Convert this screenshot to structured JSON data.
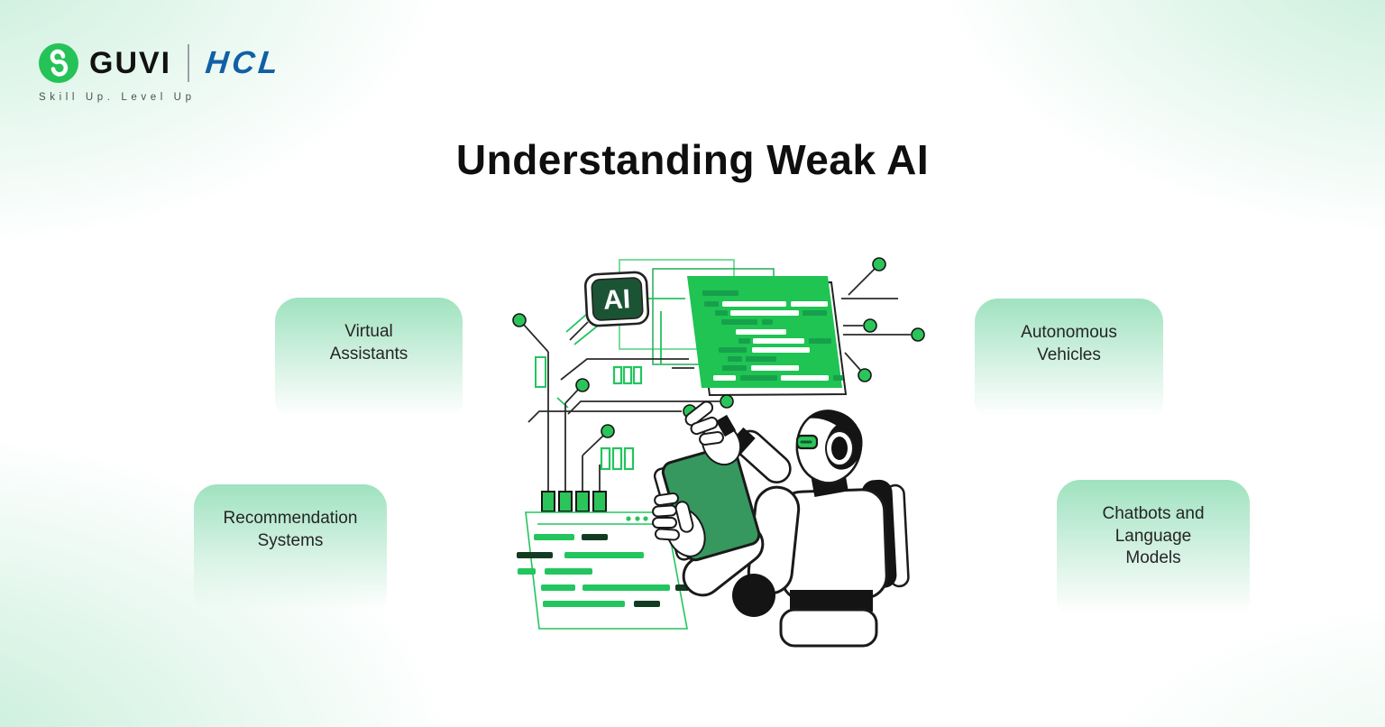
{
  "header": {
    "brand_guvi": "GUVI",
    "brand_hcl": "HCL",
    "tagline": "Skill Up. Level Up"
  },
  "title": "Understanding Weak AI",
  "cards": [
    {
      "id": "virtual-assistants",
      "label": "Virtual Assistants"
    },
    {
      "id": "recommendation-systems",
      "label": "Recommendation Systems"
    },
    {
      "id": "autonomous-vehicles",
      "label": "Autonomous Vehicles"
    },
    {
      "id": "chatbots-language-models",
      "label": "Chatbots and Language Models"
    }
  ],
  "illustration": {
    "chip_label": "AI",
    "description": "robot-with-tablet-and-code-panels"
  },
  "colors": {
    "accent_green": "#22c55e",
    "panel_green": "#1fc453",
    "panel_dark_green": "#17a04b",
    "doc_deep_green": "#123c22",
    "chip_dark_green": "#1b5434",
    "tablet_green": "#36985f",
    "hcl_blue": "#1160a5",
    "card_gradient_top": "#9fe2bf",
    "title_color": "#0f0f0f"
  }
}
